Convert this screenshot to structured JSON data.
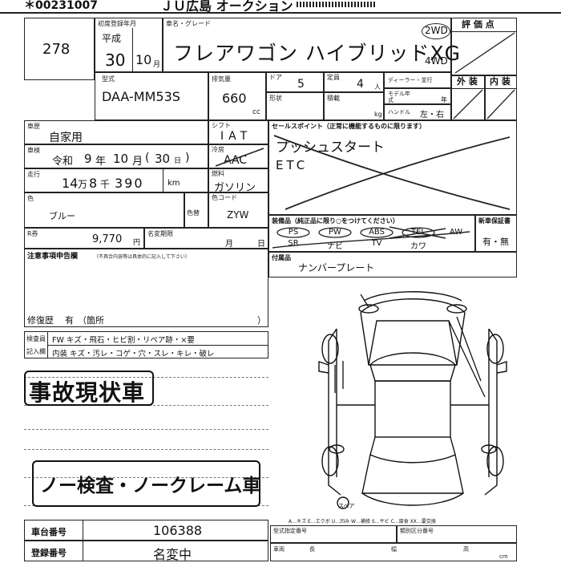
{
  "header": {
    "serial": "＊00231007",
    "venue": "ＪＵ広島 オークション"
  },
  "lot": {
    "number": "278"
  },
  "registration": {
    "label": "初度登録年月",
    "era": "平成",
    "year": "30",
    "month": "10",
    "month_unit": "月"
  },
  "model": {
    "label": "車名・グレード",
    "name": "フレアワゴン ハイブリッドXG",
    "drive_selected": "2WD",
    "drive_other": "4WD"
  },
  "rating": {
    "label": "評 価 点",
    "exterior_label": "外 装",
    "interior_label": "内 装"
  },
  "type_code": {
    "label": "型式",
    "value": "DAA-MM53S"
  },
  "displacement": {
    "label": "排気量",
    "value": "660",
    "unit": "cc"
  },
  "doors": {
    "label": "ドア",
    "value": "5"
  },
  "capacity": {
    "label": "定員",
    "value": "4",
    "unit": "人"
  },
  "dealer": {
    "label": "ディーラー・並行"
  },
  "shape": {
    "label": "形状"
  },
  "load": {
    "label": "積載",
    "unit": "kg"
  },
  "model_year": {
    "label": "モデル年式",
    "unit": "年"
  },
  "handle": {
    "label": "ハンドル",
    "value": "左・右"
  },
  "usage": {
    "label": "車歴",
    "value": "自家用"
  },
  "inspection": {
    "label": "車検",
    "era": "令和",
    "year": "9",
    "year_unit": "年",
    "month": "10",
    "month_unit": "月",
    "day": "30",
    "day_unit": "日"
  },
  "shift": {
    "label": "シフト",
    "value": "IAT"
  },
  "aircon": {
    "label": "冷房",
    "value": "AAC"
  },
  "mileage": {
    "label": "走行",
    "man": "14",
    "man_unit": "万",
    "sen": "8",
    "sen_unit": "千",
    "rest": "390",
    "unit": "km"
  },
  "fuel": {
    "label": "燃料",
    "value": "ガソリン"
  },
  "color": {
    "label": "色",
    "value": "ブルー",
    "repaint_label": "色替"
  },
  "color_code": {
    "label": "色コード",
    "value": "ZYW"
  },
  "recycle": {
    "label": "R券",
    "value": "9,770",
    "unit": "円"
  },
  "name_change": {
    "label": "名変期限",
    "month_unit": "月",
    "day_unit": "日"
  },
  "notes": {
    "label": "注意事項申告欄",
    "sub_label": "（不具合内容等は具体的に記入して下さい）",
    "repair_label": "修復歴",
    "repair_value": "有",
    "repair_suffix": "（箇所",
    "bracket_close": "）"
  },
  "sales_points": {
    "label": "セールスポイント（正常に機能するものに限ります）",
    "line1": "プッシュスタート",
    "line2": "ETC"
  },
  "equipment": {
    "label": "装備品（純正品に限り○をつけてください）",
    "row1": [
      "PS",
      "PW",
      "ABS",
      "TEL",
      "AW"
    ],
    "row2": [
      "SR",
      "ナビ",
      "TV",
      "カワ"
    ]
  },
  "warranty": {
    "label": "新車保証書",
    "value": "有・無"
  },
  "accessories": {
    "label": "付属品",
    "value": "ナンバープレート"
  },
  "inspector": {
    "label_top": "検査員",
    "label_bottom": "記入欄",
    "row1": "FW キズ・飛石・ヒビ割・リペア跡・×要",
    "row2": "内装 キズ・汚レ・コゲ・穴・スレ・キレ・破レ"
  },
  "stamps": {
    "accident": "事故現状車",
    "no_claim": "ノー検査・ノークレーム車"
  },
  "legend": {
    "text": "A…キズ E…エクボ U…凹み W…補修 S…サビ C…腐食 XX…要交換",
    "spare": "スペア"
  },
  "vehicle_number": {
    "label": "車台番号",
    "value": "106388"
  },
  "plate_number": {
    "label": "登録番号",
    "value": "名変中"
  },
  "bottom_right": {
    "form_label": "型式指定番号",
    "category_label": "類別区分番号",
    "row2_a": "車両",
    "row2_b": "長",
    "row2_c": "幅",
    "row2_d": "高",
    "row2_unit": "cm"
  }
}
